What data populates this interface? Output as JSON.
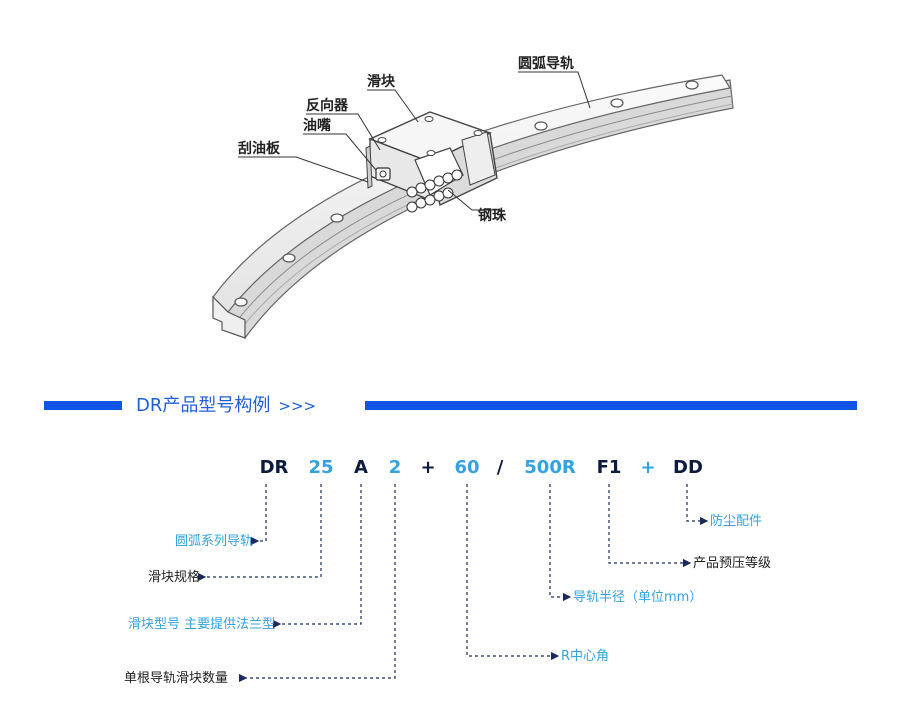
{
  "part_labels": {
    "slider": "滑块",
    "reverser": "反向器",
    "oil_nozzle": "油嘴",
    "scraper": "刮油板",
    "arc_rail": "圆弧导轨",
    "steel_balls": "钢珠"
  },
  "section": {
    "title": "DR产品型号构例",
    "arrows": ">>>"
  },
  "model_code": {
    "segments": [
      {
        "text": "DR",
        "color": "#0d1b3e"
      },
      {
        "text": "25",
        "color": "#33a3e0"
      },
      {
        "text": "A",
        "color": "#0d1b3e"
      },
      {
        "text": "2",
        "color": "#33a3e0"
      },
      {
        "text": "+",
        "color": "#0d1b3e"
      },
      {
        "text": "60",
        "color": "#33a3e0"
      },
      {
        "text": "/",
        "color": "#0d1b3e"
      },
      {
        "text": "500R",
        "color": "#33a3e0"
      },
      {
        "text": "F1",
        "color": "#0d1b3e"
      },
      {
        "text": "+",
        "color": "#33a3e0"
      },
      {
        "text": "DD",
        "color": "#0d1b3e"
      }
    ]
  },
  "explanations": {
    "series": "圆弧系列导轨",
    "slider_spec": "滑块规格",
    "slider_type": "滑块型号 主要提供法兰型",
    "qty": "单根导轨滑块数量",
    "center_angle": "R中心角",
    "radius": "导轨半径（单位mm）",
    "precision": "产品预压等级",
    "dust": "防尘配件"
  },
  "colors": {
    "accent_blue": "#1155e6",
    "light_blue": "#33a3e0",
    "dark_navy": "#0d1b3e",
    "line": "#1a2a5e"
  }
}
